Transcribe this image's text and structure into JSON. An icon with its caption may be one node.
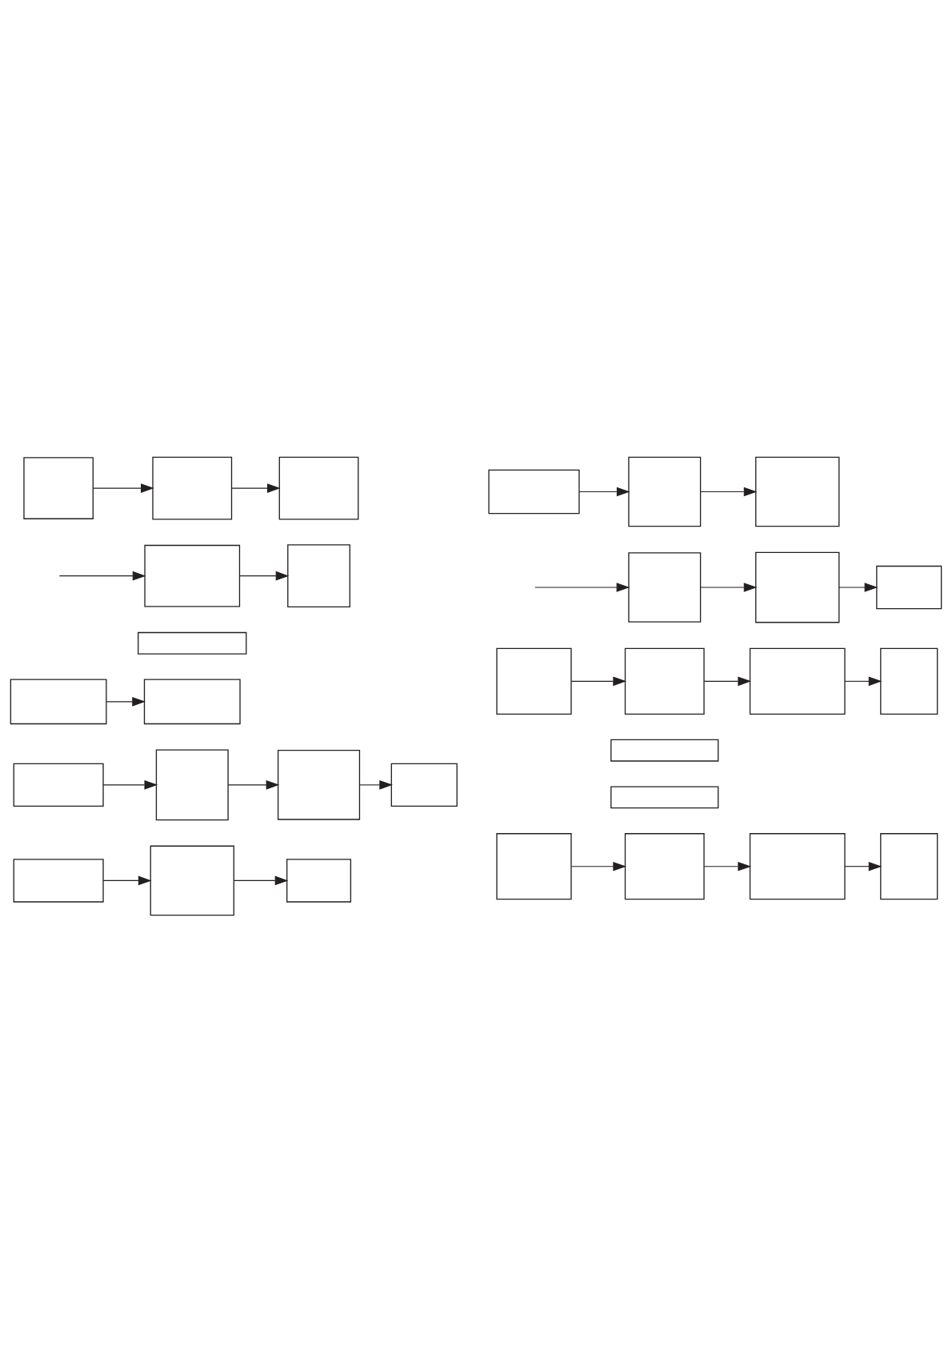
{
  "diagram": {
    "nodes": [
      {
        "text": [],
        "shape": "box"
      },
      {
        "text": [],
        "shape": "box"
      },
      {
        "text": [],
        "shape": "box"
      },
      {
        "text": [],
        "shape": "box"
      },
      {
        "text": [],
        "shape": "box"
      },
      {
        "text": [],
        "shape": "box"
      },
      {
        "text": [],
        "shape": "box"
      },
      {
        "text": [],
        "shape": "box"
      },
      {
        "text": [],
        "shape": "box"
      },
      {
        "text": [],
        "shape": "box"
      },
      {
        "text": [],
        "shape": "box"
      },
      {
        "text": [],
        "shape": "box"
      },
      {
        "text": [],
        "shape": "box"
      },
      {
        "text": [],
        "shape": "box"
      },
      {
        "text": [],
        "shape": "box"
      },
      {
        "text": [],
        "shape": "box"
      },
      {
        "text": [],
        "shape": "box"
      },
      {
        "text": [],
        "shape": "box"
      },
      {
        "text": [],
        "shape": "box"
      },
      {
        "text": [],
        "shape": "box"
      },
      {
        "text": [],
        "shape": "box"
      },
      {
        "text": [],
        "shape": "box"
      },
      {
        "text": [],
        "shape": "box"
      },
      {
        "text": [],
        "shape": "box"
      },
      {
        "text": [],
        "shape": "box"
      },
      {
        "text": [],
        "shape": "box"
      },
      {
        "text": [],
        "shape": "box"
      },
      {
        "text": [],
        "shape": "box"
      },
      {
        "text": [],
        "shape": "box"
      },
      {
        "text": [],
        "shape": "box"
      },
      {
        "text": [],
        "shape": "box"
      }
    ],
    "edges": [
      {
        "from": 0,
        "to": 1,
        "arrow": "to"
      },
      {
        "from": 1,
        "to": 2,
        "arrow": "to"
      },
      {
        "from": null,
        "to": 3,
        "arrow": "to"
      },
      {
        "from": 3,
        "to": 4,
        "arrow": "to"
      },
      {
        "from": 6,
        "to": 7,
        "arrow": "to"
      },
      {
        "from": 8,
        "to": 9,
        "arrow": "to"
      },
      {
        "from": 9,
        "to": 10,
        "arrow": "to"
      },
      {
        "from": 10,
        "to": 11,
        "arrow": "to"
      },
      {
        "from": 12,
        "to": 13,
        "arrow": "to"
      },
      {
        "from": 13,
        "to": 14,
        "arrow": "to"
      },
      {
        "from": 15,
        "to": 16,
        "arrow": "to"
      },
      {
        "from": 16,
        "to": 17,
        "arrow": "to"
      },
      {
        "from": null,
        "to": 18,
        "arrow": "to"
      },
      {
        "from": 18,
        "to": 19,
        "arrow": "to"
      },
      {
        "from": 19,
        "to": 20,
        "arrow": "to"
      },
      {
        "from": 21,
        "to": 22,
        "arrow": "to"
      },
      {
        "from": 22,
        "to": 23,
        "arrow": "to"
      },
      {
        "from": 23,
        "to": 24,
        "arrow": "to"
      },
      {
        "from": 27,
        "to": 28,
        "arrow": "to"
      },
      {
        "from": 28,
        "to": 29,
        "arrow": "to"
      },
      {
        "from": 29,
        "to": 30,
        "arrow": "to"
      }
    ]
  }
}
